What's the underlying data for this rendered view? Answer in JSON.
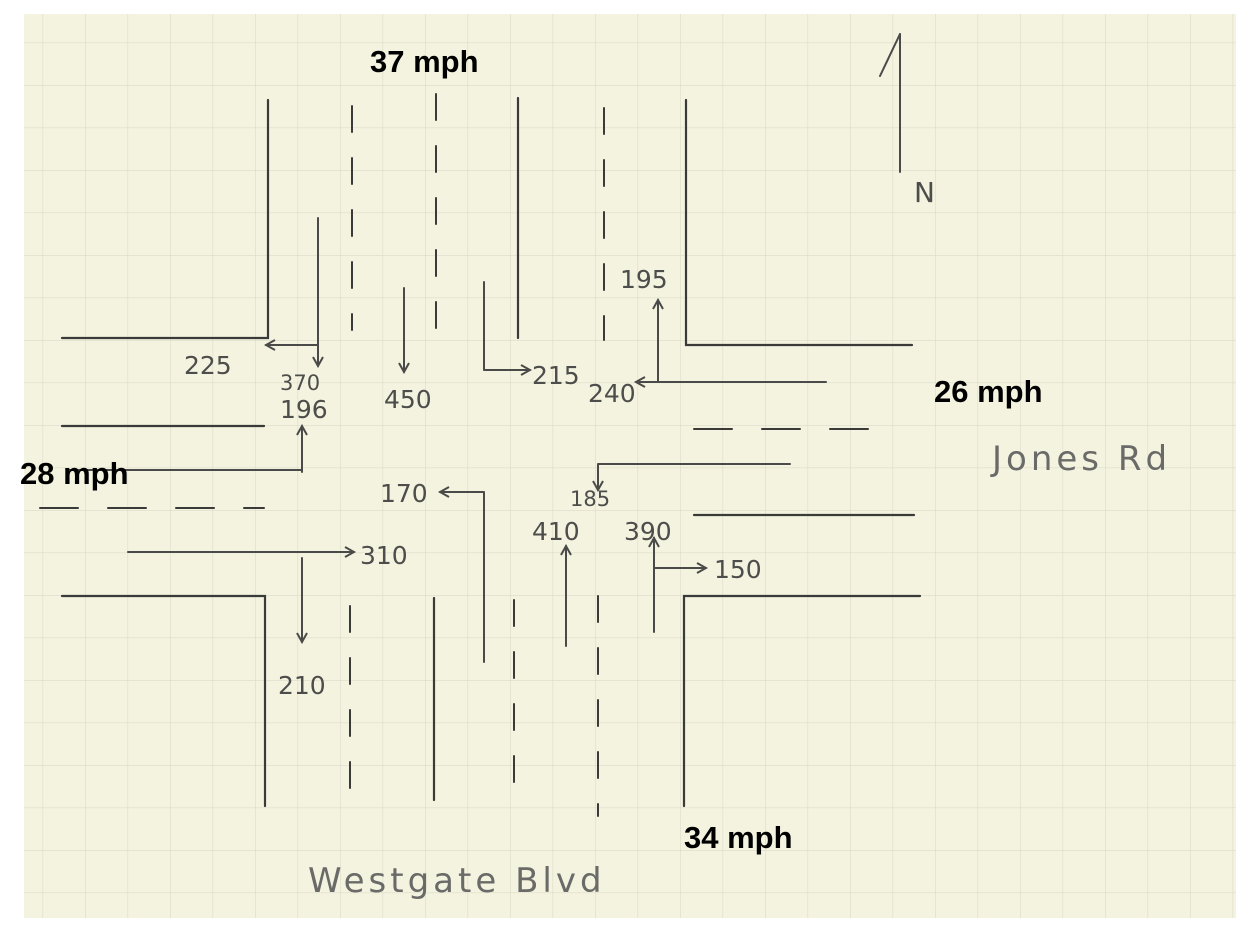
{
  "speeds": {
    "north": "37 mph",
    "east": "26 mph",
    "west": "28 mph",
    "south": "34 mph"
  },
  "streets": {
    "east_west": "Jones Rd",
    "north_south": "Westgate Blvd"
  },
  "north_label": "N",
  "volumes": {
    "sb_right": "225",
    "sb_left": "370",
    "sb_thru": "450",
    "nb_left_to_west": "196",
    "sb_left_out": "215",
    "wb_right": "195",
    "wb_thru": "240",
    "eb_left": "170",
    "wb_left": "185",
    "nb_thru": "410",
    "nb_right_lane": "390",
    "nb_right": "150",
    "eb_thru": "310",
    "eb_right": "210"
  },
  "colors": {
    "paper": "#f4f3df",
    "grid": "#dcdccb",
    "pencil": "#3a3a38"
  }
}
